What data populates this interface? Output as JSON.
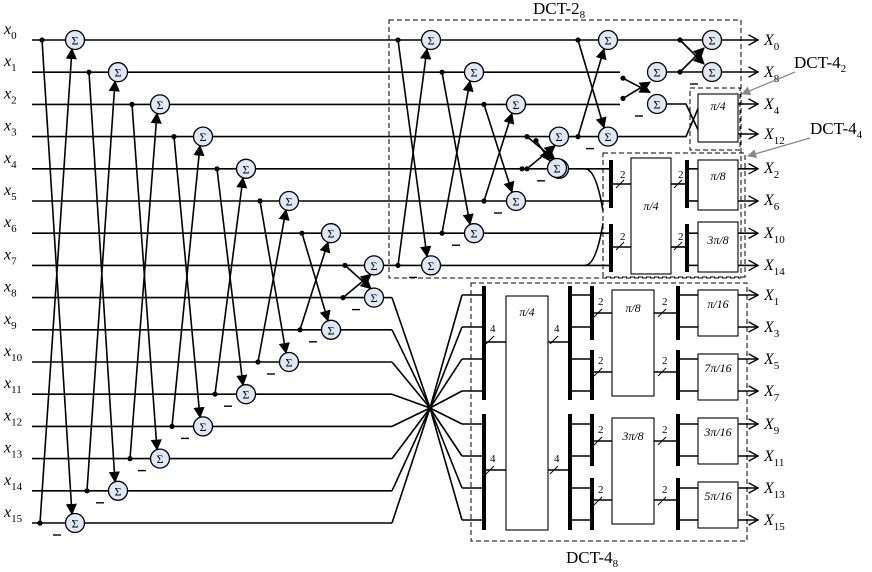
{
  "inputs": [
    "x0",
    "x1",
    "x2",
    "x3",
    "x4",
    "x5",
    "x6",
    "x7",
    "x8",
    "x9",
    "x10",
    "x11",
    "x12",
    "x13",
    "x14",
    "x15"
  ],
  "outputs_dct2": [
    "X0",
    "X8",
    "X4",
    "X12",
    "X2",
    "X6",
    "X10",
    "X14"
  ],
  "outputs_dct4": [
    "X1",
    "X3",
    "X5",
    "X7",
    "X9",
    "X11",
    "X13",
    "X15"
  ],
  "labels": {
    "dct2_8": "DCT-2",
    "dct2_8_sub": "8",
    "dct4_2": "DCT-4",
    "dct4_2_sub": "2",
    "dct4_4": "DCT-4",
    "dct4_4_sub": "4",
    "dct4_8": "DCT-4",
    "dct4_8_sub": "8"
  },
  "sum_symbol": "Σ",
  "blocks": {
    "pi4_small": "π/4",
    "pi4_mid": "π/4",
    "pi8_top": "π/8",
    "pi3_8_top": "3π/8",
    "pi4_big": "π/4",
    "pi8_big": "π/8",
    "pi3_8_big": "3π/8",
    "pi16": "π/16",
    "pi7_16": "7π/16",
    "pi3_16": "3π/16",
    "pi5_16": "5π/16"
  },
  "bus_widths": [
    "2",
    "2",
    "2",
    "2",
    "4",
    "4",
    "4",
    "4",
    "2",
    "2",
    "2",
    "2",
    "2",
    "2",
    "2",
    "2"
  ]
}
